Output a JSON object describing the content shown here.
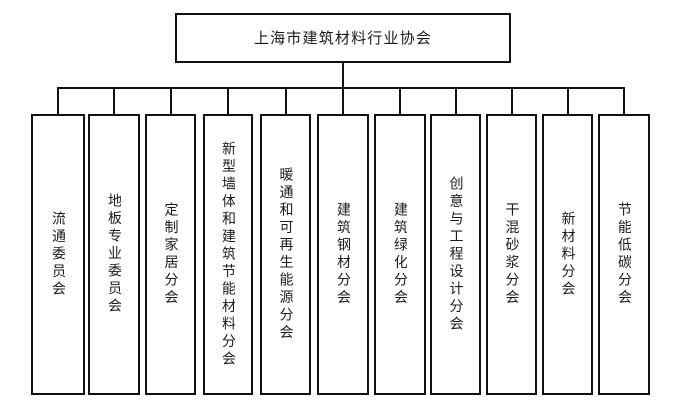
{
  "chart": {
    "type": "org-chart",
    "title_node": {
      "label": "上海市建筑材料行业协会"
    },
    "branches": [
      {
        "label": "流通委员会"
      },
      {
        "label": "地板专业委员会"
      },
      {
        "label": "定制家居分会"
      },
      {
        "label": "新型墙体和建筑节能材料分会"
      },
      {
        "label": "暖通和可再生能源分会"
      },
      {
        "label": "建筑钢材分会"
      },
      {
        "label": "建筑绿化分会"
      },
      {
        "label": "创意与工程设计分会"
      },
      {
        "label": "干混砂浆分会"
      },
      {
        "label": "新材料分会"
      },
      {
        "label": "节能低碳分会"
      }
    ],
    "colors": {
      "background": "#ffffff",
      "border": "#111111",
      "text": "#1b1b1b"
    }
  }
}
